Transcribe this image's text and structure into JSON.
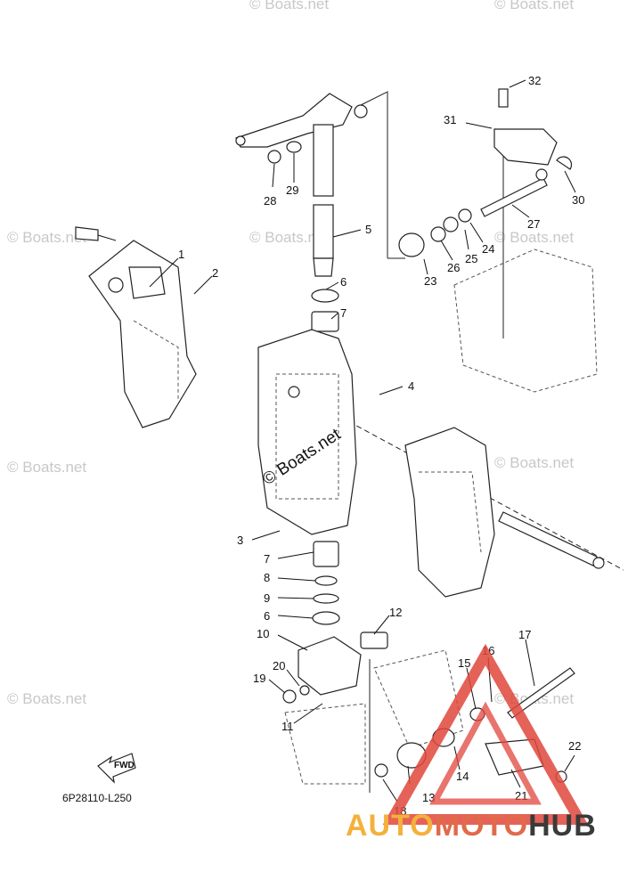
{
  "watermark_text": "© Boats.net",
  "diagram_code": "6P28110-L250",
  "fwd_label": "FWD",
  "logo": {
    "part1": "AUTO",
    "part2": "MOTO",
    "part3": "HUB"
  },
  "colors": {
    "logo_triangle": "#e0463c",
    "logo_auto": "#f3b13c",
    "logo_moto": "#e06a4a",
    "logo_hub": "#3a3a3a"
  },
  "callouts": [
    "1",
    "2",
    "3",
    "4",
    "5",
    "6",
    "7",
    "7",
    "8",
    "9",
    "6",
    "10",
    "11",
    "12",
    "13",
    "14",
    "15",
    "16",
    "17",
    "18",
    "19",
    "20",
    "21",
    "22",
    "23",
    "24",
    "25",
    "26",
    "27",
    "28",
    "29",
    "30",
    "31",
    "32"
  ]
}
